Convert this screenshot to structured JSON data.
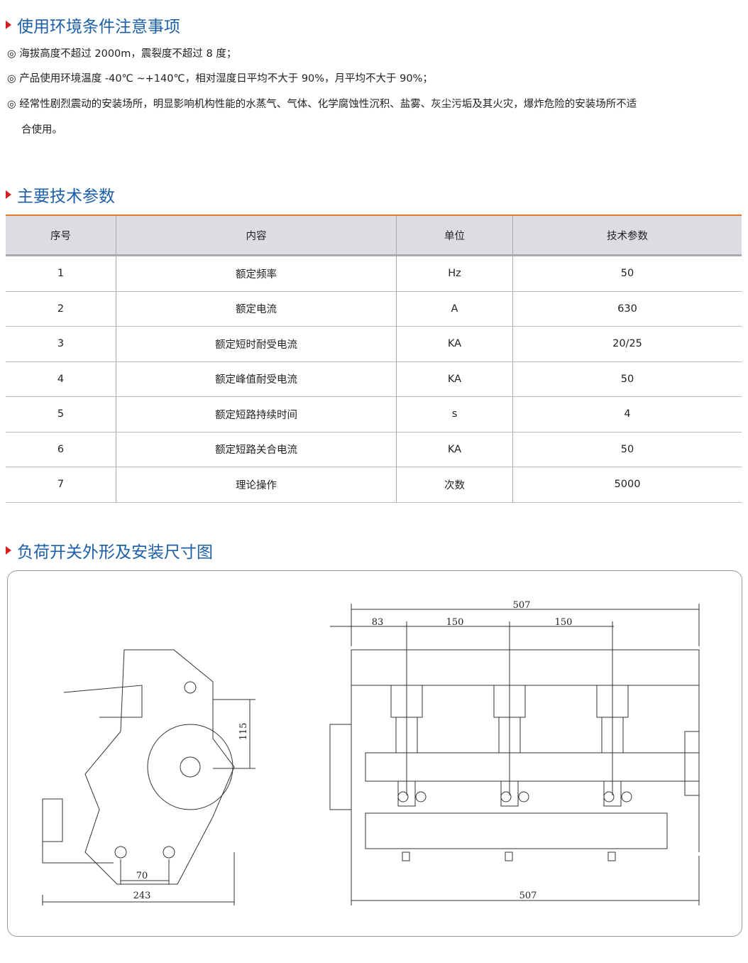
{
  "sections": {
    "env_title": "使用环境条件注意事项",
    "env_items": [
      "◎ 海拔高度不超过 2000m，震裂度不超过 8 度；",
      "◎ 产品使用环境温度 -40℃ ~+140℃，相对湿度日平均不大于 90%，月平均不大于 90%；",
      "◎ 经常性剧烈震动的安装场所，明显影响机构性能的水蒸气、气体、化学腐蚀性沉积、盐雾、灰尘污垢及其火灾，爆炸危险的安装场所不适",
      "合使用。"
    ],
    "params_title": "主要技术参数",
    "drawing_title": "负荷开关外形及安装尺寸图"
  },
  "table": {
    "headers": [
      "序号",
      "内容",
      "单位",
      "技术参数"
    ],
    "rows": [
      [
        "1",
        "额定频率",
        "Hz",
        "50"
      ],
      [
        "2",
        "额定电流",
        "A",
        "630"
      ],
      [
        "3",
        "额定短时耐受电流",
        "KA",
        "20/25"
      ],
      [
        "4",
        "额定峰值耐受电流",
        "KA",
        "50"
      ],
      [
        "5",
        "额定短路持续时间",
        "s",
        "4"
      ],
      [
        "6",
        "额定短路关合电流",
        "KA",
        "50"
      ],
      [
        "7",
        "理论操作",
        "次数",
        "5000"
      ]
    ]
  },
  "drawing": {
    "dims": {
      "total_top": "507",
      "left_offset": "83",
      "pitch1": "150",
      "pitch2": "150",
      "height": "115",
      "hole_spacing": "70",
      "side_width": "243",
      "total_bottom": "507"
    }
  }
}
